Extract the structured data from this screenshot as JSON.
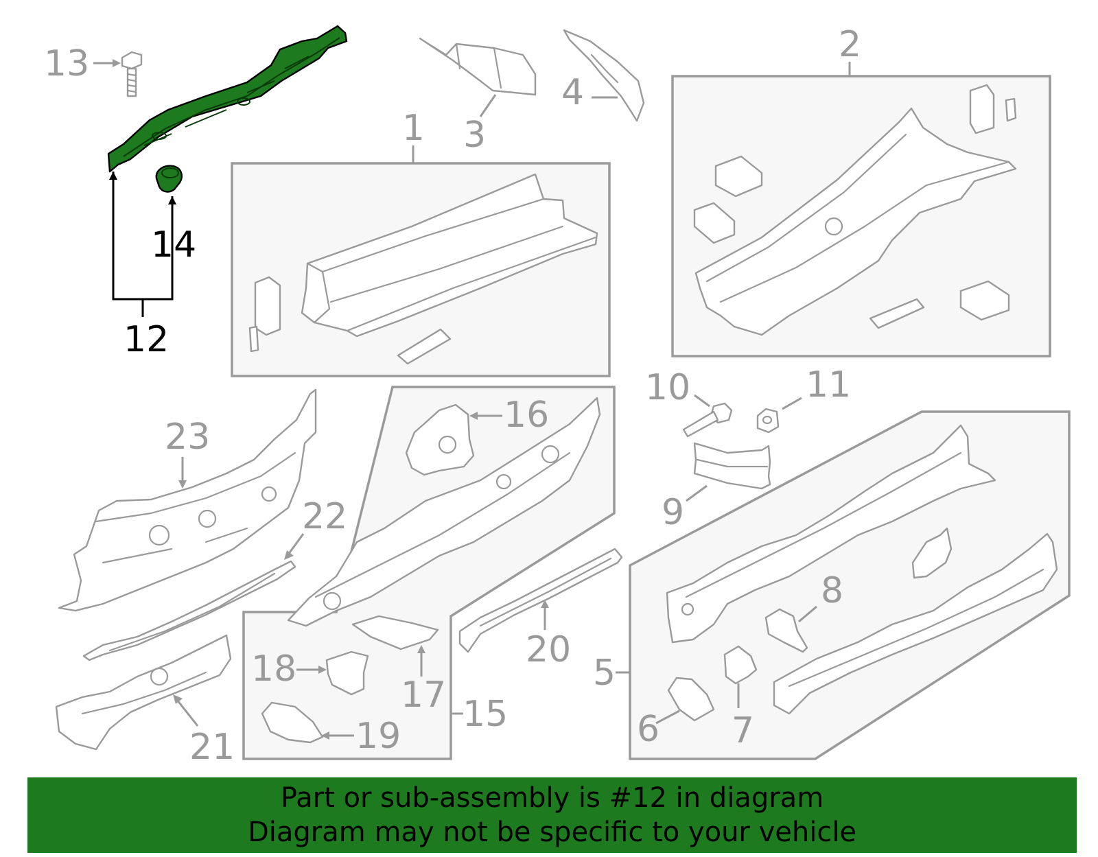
{
  "highlighted_part": "12",
  "colors": {
    "highlight": "#1e7a1e",
    "line": "#9a9a9a",
    "box_fill": "#f7f7f7",
    "banner": "#1e7a1e"
  },
  "callouts": {
    "c1": "1",
    "c2": "2",
    "c3": "3",
    "c4": "4",
    "c5": "5",
    "c6": "6",
    "c7": "7",
    "c8": "8",
    "c9": "9",
    "c10": "10",
    "c11": "11",
    "c12": "12",
    "c13": "13",
    "c14": "14",
    "c15": "15",
    "c16": "16",
    "c17": "17",
    "c18": "18",
    "c19": "19",
    "c20": "20",
    "c21": "21",
    "c22": "22",
    "c23": "23"
  },
  "banner": {
    "line1": "Part or sub-assembly is #12 in diagram",
    "line2": "Diagram may not be specific to your vehicle"
  }
}
